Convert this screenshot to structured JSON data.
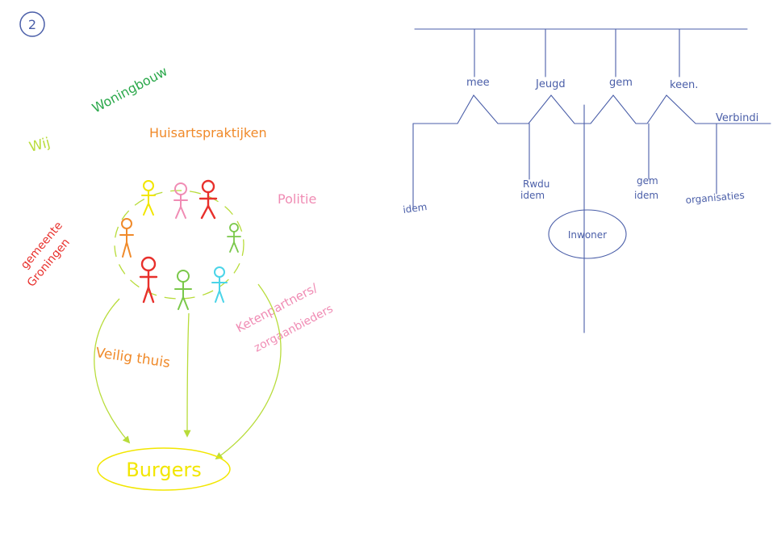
{
  "page_number": "2",
  "left_diagram": {
    "labels": {
      "wij": "Wij",
      "woningbouw": "Woningbouw",
      "huisarts": "Huisartspraktijken",
      "politie": "Politie",
      "gemeente": "gemeente",
      "groningen": "Groningen",
      "veilig_thuis": "Veilig thuis",
      "ketenpartners": "Ketenpartners/",
      "zorgaanbieders": "zorgaanbieders",
      "burgers": "Burgers"
    },
    "colors": {
      "yellow": "#f2e600",
      "pink": "#f08cb4",
      "red": "#e8302c",
      "orange": "#f08a2a",
      "green": "#7ac84a",
      "cyan": "#4ad4e8",
      "lime": "#b8dc3a",
      "dark_green": "#2aa84a"
    }
  },
  "right_diagram": {
    "labels": {
      "mee": "mee",
      "jeugd": "Jeugd",
      "gem": "gem",
      "keen": "keen.",
      "verbindi": "Verbindi",
      "idem_left": "idem",
      "rwdu": "Rwdu",
      "rwdu_idem": "idem",
      "gem_idem_top": "gem",
      "gem_idem": "idem",
      "organisaties": "organisaties",
      "inwoner": "Inwoner"
    },
    "ink_color": "#4a5ea8"
  }
}
